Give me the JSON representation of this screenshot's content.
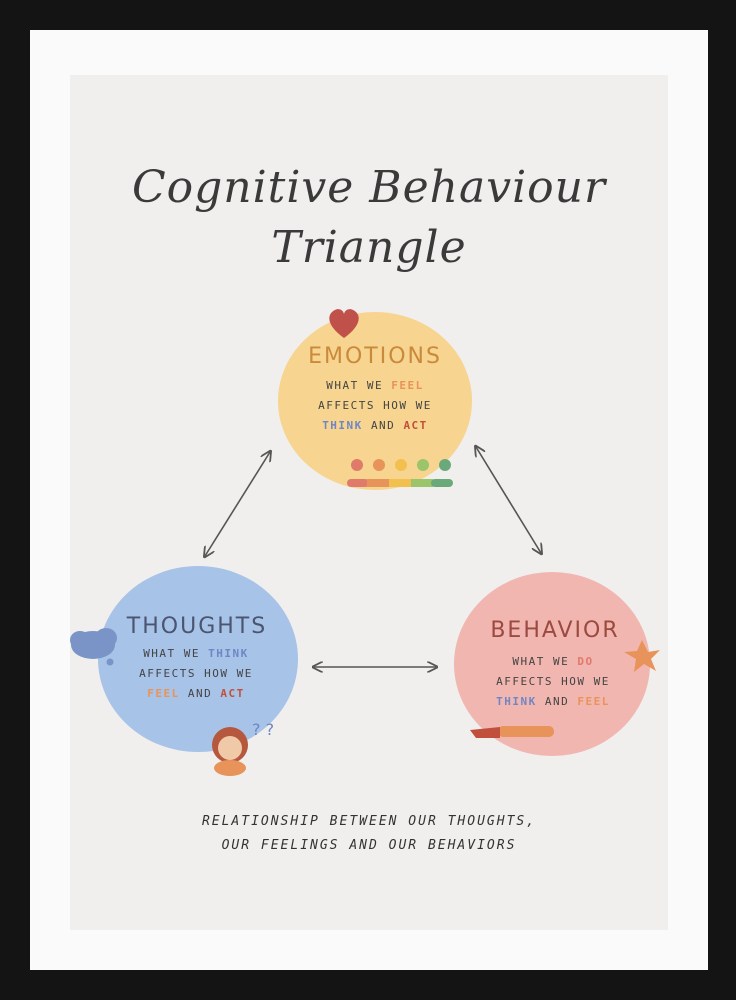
{
  "title": {
    "line1": "Cognitive Behaviour",
    "line2": "Triangle"
  },
  "nodes": {
    "emotions": {
      "heading": "EMOTIONS",
      "line1": "WHAT WE",
      "line1_hl": "FEEL",
      "line2": "AFFECTS HOW WE",
      "line3_hl1": "THINK",
      "line3_mid": "AND",
      "line3_hl2": "ACT",
      "color": "#f7d48f",
      "heading_color": "#c98a3c",
      "icon": "heart-icon",
      "mood_scale": [
        "#e07a6a",
        "#e8935a",
        "#f2c04f",
        "#9cc46a",
        "#6aaa7a"
      ]
    },
    "thoughts": {
      "heading": "THOUGHTS",
      "line1": "WHAT WE",
      "line1_hl": "THINK",
      "line2": "AFFECTS HOW WE",
      "line3_hl1": "FEEL",
      "line3_mid": "AND",
      "line3_hl2": "ACT",
      "color": "#a8c3e8",
      "heading_color": "#4a5570",
      "icon": "thought-cloud-icon"
    },
    "behavior": {
      "heading": "BEHAVIOR",
      "line1": "WHAT WE",
      "line1_hl": "DO",
      "line2": "AFFECTS HOW WE",
      "line3_hl1": "THINK",
      "line3_mid": "AND",
      "line3_hl2": "FEEL",
      "color": "#f2b6b0",
      "heading_color": "#9a4a40",
      "icon": "star-icon"
    }
  },
  "footer": {
    "line1": "RELATIONSHIP BETWEEN OUR THOUGHTS,",
    "line2": "OUR FEELINGS AND OUR BEHAVIORS"
  },
  "colors": {
    "feel": "#e8935a",
    "act": "#c0503c",
    "think": "#6f86c4",
    "do": "#e07a6a",
    "arrow": "#555555"
  }
}
